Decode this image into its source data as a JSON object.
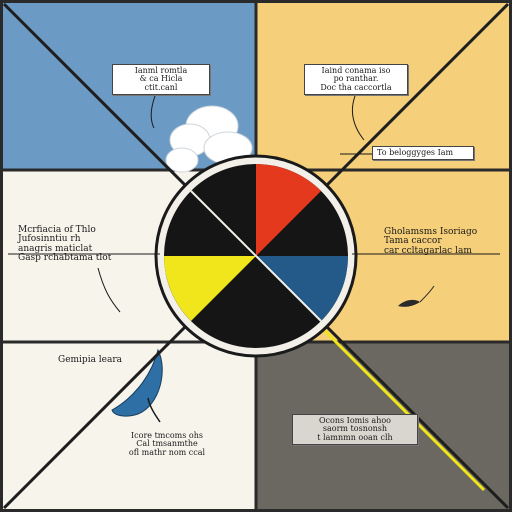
{
  "diagram": {
    "colors": {
      "panel_top_left": "#6b9bc4",
      "panel_top_right": "#f5cf79",
      "panel_mid_left": "#f7f4ec",
      "panel_mid_right": "#f5cf79",
      "panel_bottom_left": "#f7f4ec",
      "panel_bottom_right": "#6b6861",
      "grid_line": "#2a2a2a",
      "circle_fill": "#151515",
      "wedge_red": "#e5391e",
      "wedge_yellow": "#f1e51c",
      "wedge_blue": "#245a8a",
      "ring_white": "#f3f0ea",
      "cloud": "#ffffff",
      "drop_blue": "#2e6fa6"
    },
    "labels": {
      "top_left": "Ianml romtla\n& ca Hicla\nctit.canl",
      "top_right": "Iaind conama iso\npo ranthar.\nDoc tha caccortla",
      "right_upper": "To beloggyges Iam",
      "left_title": "Mcrfiacia of Thlo\nJufosinntiu rh\nanagris maticlat\nGasp rchabtama tlot",
      "right_mid": "Gholamsms Isoriago\nTama caccor\ncar ccltagarlac lam",
      "bottom_left_title": "Gemipia leara",
      "bottom_left_body": "Icore tmcoms ohs\nCal tmsanmthe\nofl mathr nom ccal",
      "bottom_right_body": "Ocons Iomis ahoo\nsaorm tosnonsh\nt lamnmn ooan clh"
    }
  }
}
